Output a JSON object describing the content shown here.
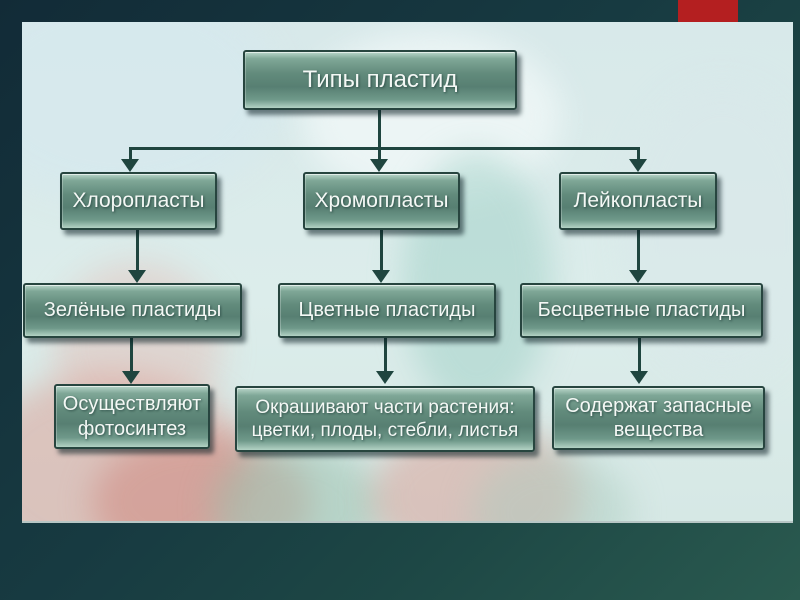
{
  "diagram": {
    "root": {
      "label": "Типы пластид"
    },
    "columns": [
      {
        "type": "Хлоропласты",
        "category": "Зелёные пластиды",
        "function": "Осуществляют фотосинтез"
      },
      {
        "type": "Хромопласты",
        "category": "Цветные пластиды",
        "function": "Окрашивают части растения: цветки, плоды, стебли, листья"
      },
      {
        "type": "Лейкопласты",
        "category": "Бесцветные пластиды",
        "function": "Содержат запасные вещества"
      }
    ]
  },
  "colors": {
    "accent_red": "#b41f20",
    "frame_dark_teal": "#16323e",
    "canvas_light": "#dcecea",
    "node_fill_mid": "#5d8678",
    "node_border": "#27453f",
    "connector": "#1f453f",
    "text_light": "#f4f8f5"
  }
}
